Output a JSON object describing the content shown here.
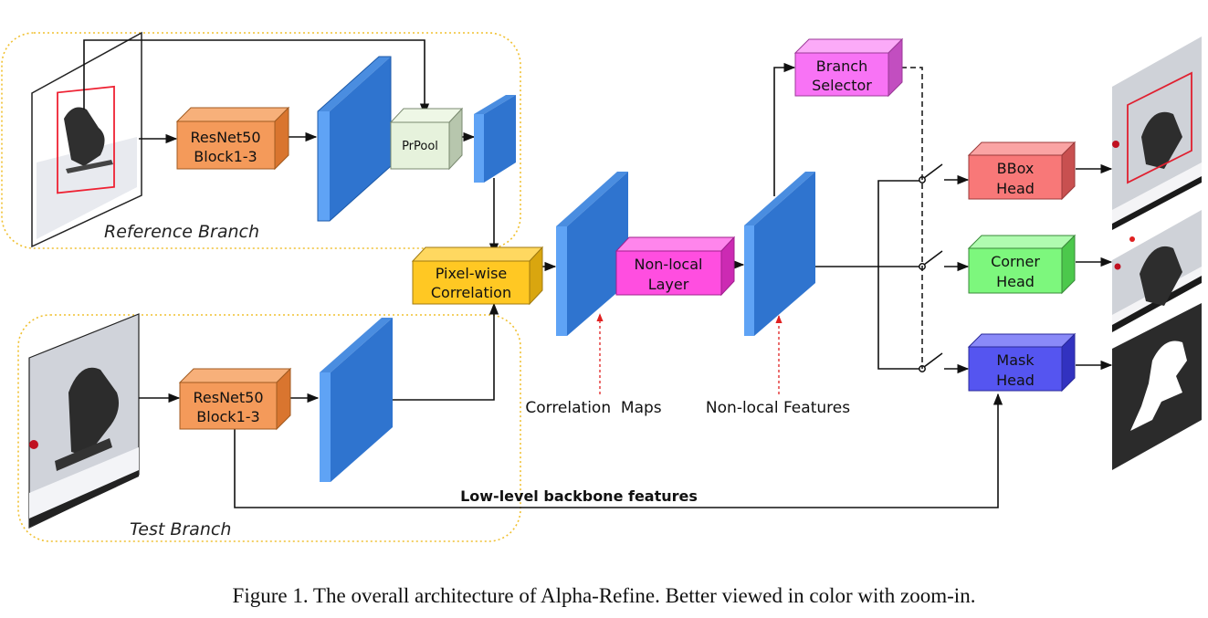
{
  "branches": {
    "reference": "Reference Branch",
    "test": "Test Branch"
  },
  "blocks": {
    "resnet_ref": [
      "ResNet50",
      "Block1-3"
    ],
    "resnet_test": [
      "ResNet50",
      "Block1-3"
    ],
    "prpool": "PrPool",
    "pixelwise": [
      "Pixel-wise",
      "Correlation"
    ],
    "nonlocal_layer": [
      "Non-local",
      "Layer"
    ],
    "branch_selector": [
      "Branch",
      "Selector"
    ],
    "bbox_head": [
      "BBox",
      "Head"
    ],
    "corner_head": [
      "Corner",
      "Head"
    ],
    "mask_head": [
      "Mask",
      "Head"
    ]
  },
  "annotations": {
    "correlation_maps": "Correlation  Maps",
    "nonlocal_features": "Non-local Features",
    "low_level": "Low-level backbone features"
  },
  "caption": "Figure 1. The overall architecture of Alpha-Refine. Better viewed in color with zoom-in.",
  "colors": {
    "resnet": "#f4a460",
    "prpool": "#e6f2dc",
    "pixelwise": "#ffc823",
    "feature": "#5fa3f5",
    "nonlocal": "#ff4ee0",
    "selector": "#f873f5",
    "bbox": "#f87878",
    "corner": "#7df77d",
    "mask": "#5555f0",
    "branch_border": "#f0c030"
  }
}
